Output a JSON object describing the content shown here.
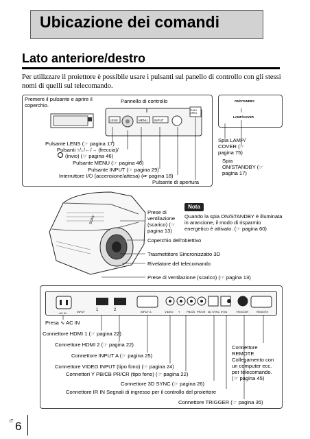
{
  "page": {
    "title": "Ubicazione dei comandi",
    "section": "Lato anteriore/destro",
    "intro": "Per utilizzare il proiettore è possibile usare i pulsanti sul panello di controllo con gli stessi nomi di quelli sul telecomando.",
    "page_lang": "IT",
    "page_number": "6"
  },
  "top_diagram": {
    "cover_note": "Premere il pulsante e aprire il coperchio.",
    "panel_label": "Pannello di controllo",
    "panel_buttons": [
      "LENS",
      "MENU",
      "INPUT"
    ],
    "panel_small": "PUSH OPEN",
    "lens": "Pulsante LENS (☞ pagina 17)",
    "arrows": "Pulsanti ↑/↓/←/→ (freccia)/",
    "enter": "(invio) (☞ pagina 46)",
    "menu": "Pulsante MENU (☞ pagina 46)",
    "input": "Pulsante INPUT (☞ pagina 29)",
    "power": "Interruttore I/⏻ (accensione/attesa) (☞ pagina 18)",
    "opening": "Pulsante di apertura",
    "indicator_on": "ON/STANDBY",
    "indicator_lamp": "LAMP/COVER",
    "lamp_label": "Spia LAMP/ COVER (☞ pagina 75)",
    "on_label": "Spia ON/STANDBY (☞ pagina 17)"
  },
  "projector": {
    "brand": "SONY",
    "vents": "Prese di ventilazione (scarico) (☞ pagina 13)",
    "nota_badge": "Nota",
    "nota_text": "Quando la spia ON/STANDBY è illuminata in arancione, il modo di risparmio energetico è attivato. (☞ pagina 60)",
    "lens_cover": "Coperchio dell'obiettivo",
    "sync_3d": "Trasmettitore Sincronizzatto 3D",
    "remote_sensor": "Rivelatore del telecomando",
    "vents2": "Prese di ventilazione (scarico) (☞ pagina 13)"
  },
  "rear_panel": {
    "port_labels": [
      "~AC IN",
      "INPUT",
      "1",
      "2",
      "INPUT A",
      "VIDEO",
      "Y",
      "PB/CB",
      "PR/CR",
      "3D SYNC",
      "IR IN",
      "TRIGGER",
      "REMOTE"
    ],
    "ac_in": "Presa ∿ AC IN",
    "hdmi1": "Connettore HDMI 1 (☞ pagina 22)",
    "hdmi2": "Connettore HDMI 2 (☞ pagina 22)",
    "input_a": "Connettore INPUT A (☞ pagina 25)",
    "video": "Connettore VIDEO INPUT (tipo fono) (☞ pagina 24)",
    "ypbpr": "Connettori Y PB/CB PR/CR (tipo fono) (☞ pagina 22)",
    "sync3d": "Connettore 3D SYNC (☞ pagina 26)",
    "irin": "Connettore IR IN Segnali di ingresso per il controllo del proiettore",
    "trigger": "Connettore TRIGGER (☞ pagina 35)",
    "remote": "Connettore REMOTE Collegamento con un computer ecc. per telecomando. (☞ pagina 45)"
  }
}
